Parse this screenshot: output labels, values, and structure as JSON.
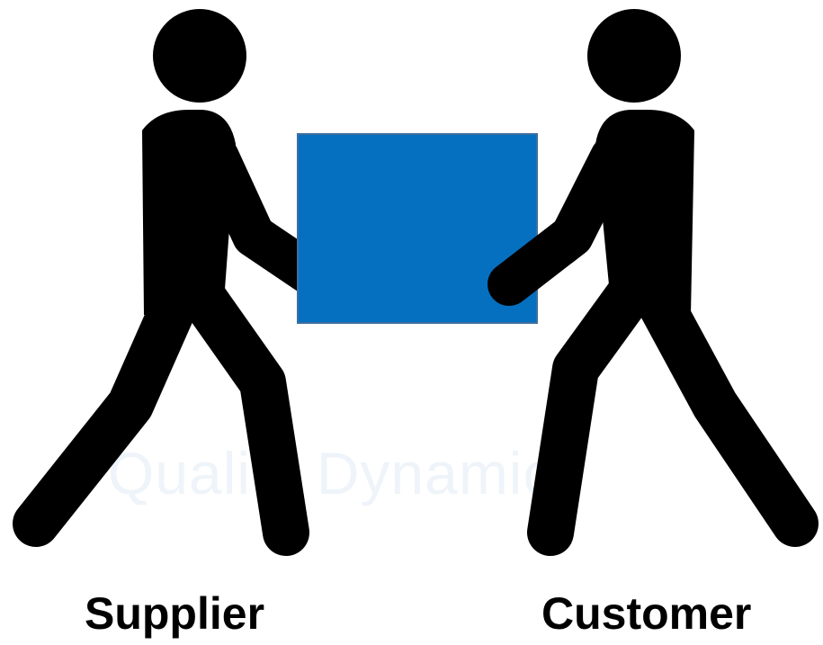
{
  "watermark": "Quality Dynamics",
  "parties": {
    "supplier": "Supplier",
    "customer": "Customer"
  },
  "colors": {
    "figure": "#000000",
    "box": "#0570c0",
    "box_border": "#3d6f9e",
    "background": "#ffffff"
  },
  "icons": {
    "supplier_figure": "person-carrying-icon",
    "customer_figure": "person-carrying-icon",
    "package": "box-icon"
  }
}
